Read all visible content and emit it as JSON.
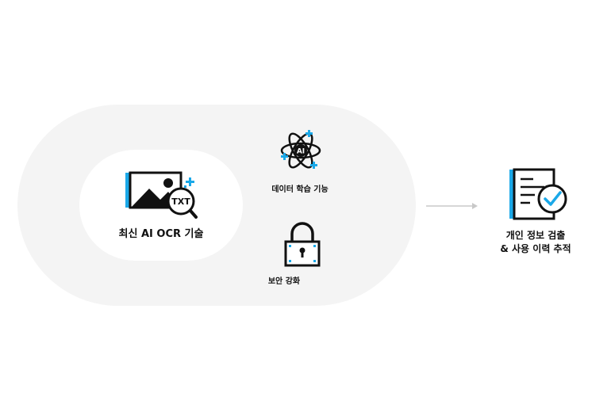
{
  "colors": {
    "accent": "#1aa8e8",
    "ink": "#111111",
    "panel": "#f4f4f4",
    "arrow": "#c8c8c8"
  },
  "ocr": {
    "label": "최신 AI OCR 기술",
    "badge": "TXT",
    "icon": "ocr-image-magnifier-icon"
  },
  "ai_learning": {
    "label": "데이터 학습 기능",
    "badge": "AI",
    "icon": "ai-atom-icon"
  },
  "security": {
    "label": "보안 강화",
    "icon": "padlock-icon"
  },
  "output": {
    "line1": "개인 정보 검출",
    "line2": "& 사용 이력 추적",
    "icon": "document-check-icon"
  }
}
